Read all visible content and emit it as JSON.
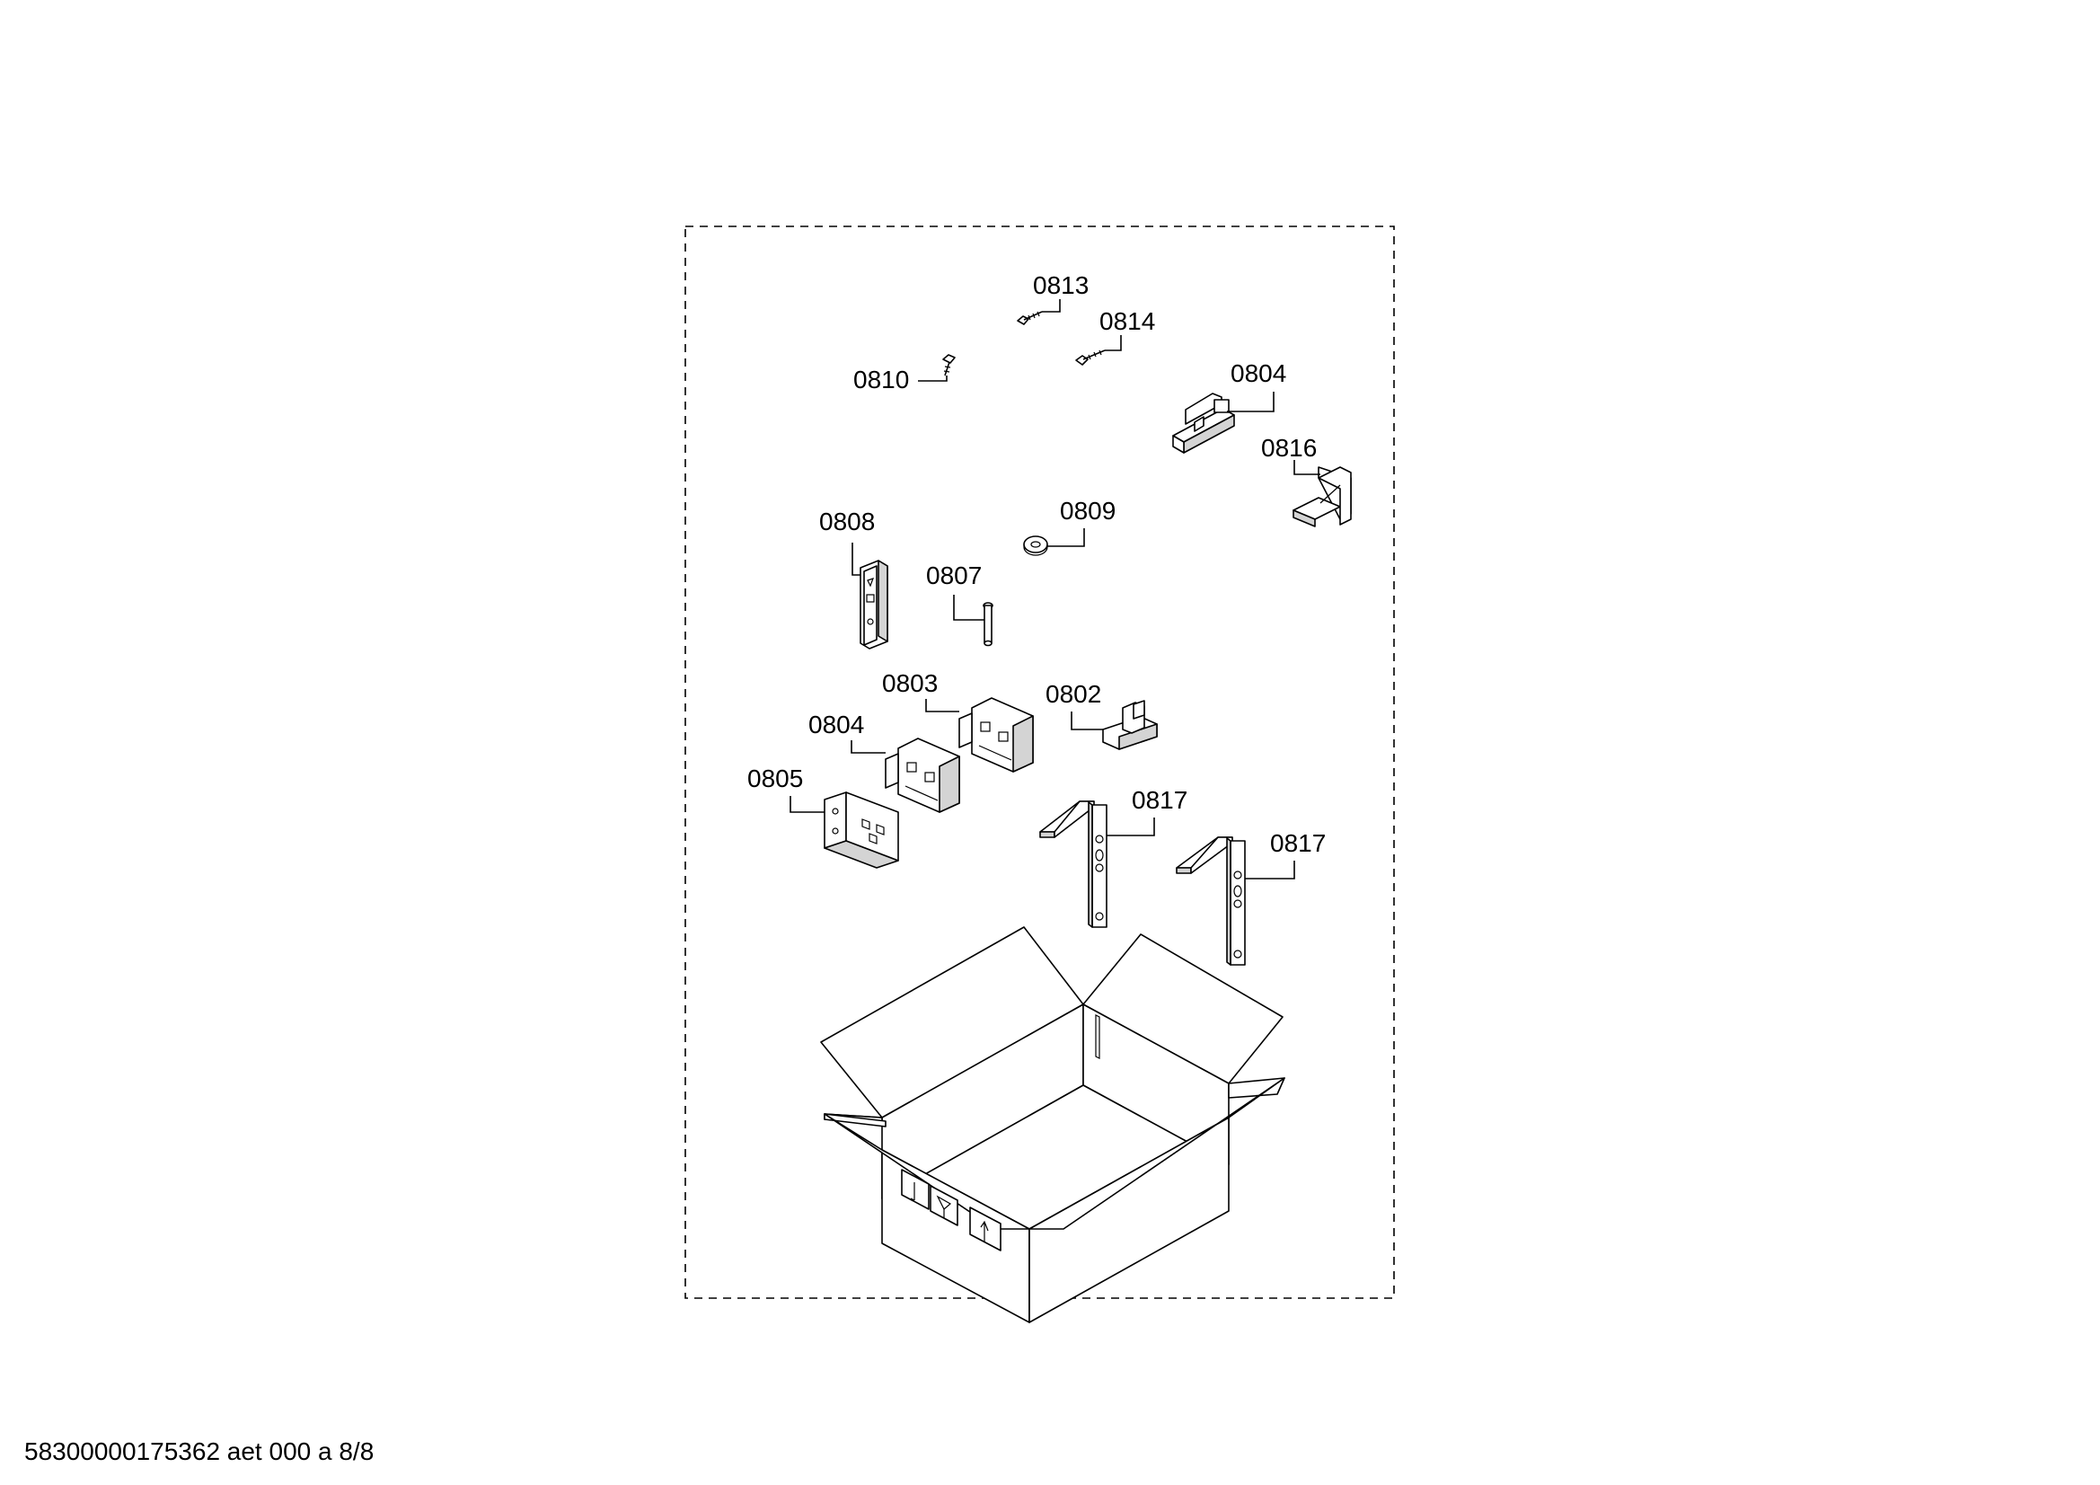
{
  "parts": {
    "p0813": "0813",
    "p0814": "0814",
    "p0810": "0810",
    "p0804_top": "0804",
    "p0816": "0816",
    "p0808": "0808",
    "p0809": "0809",
    "p0807": "0807",
    "p0803": "0803",
    "p0802": "0802",
    "p0804_mid": "0804",
    "p0805": "0805",
    "p0817_left": "0817",
    "p0817_right": "0817"
  },
  "footer": {
    "document_id": "58300000175362 aet 000 a 8/8"
  }
}
